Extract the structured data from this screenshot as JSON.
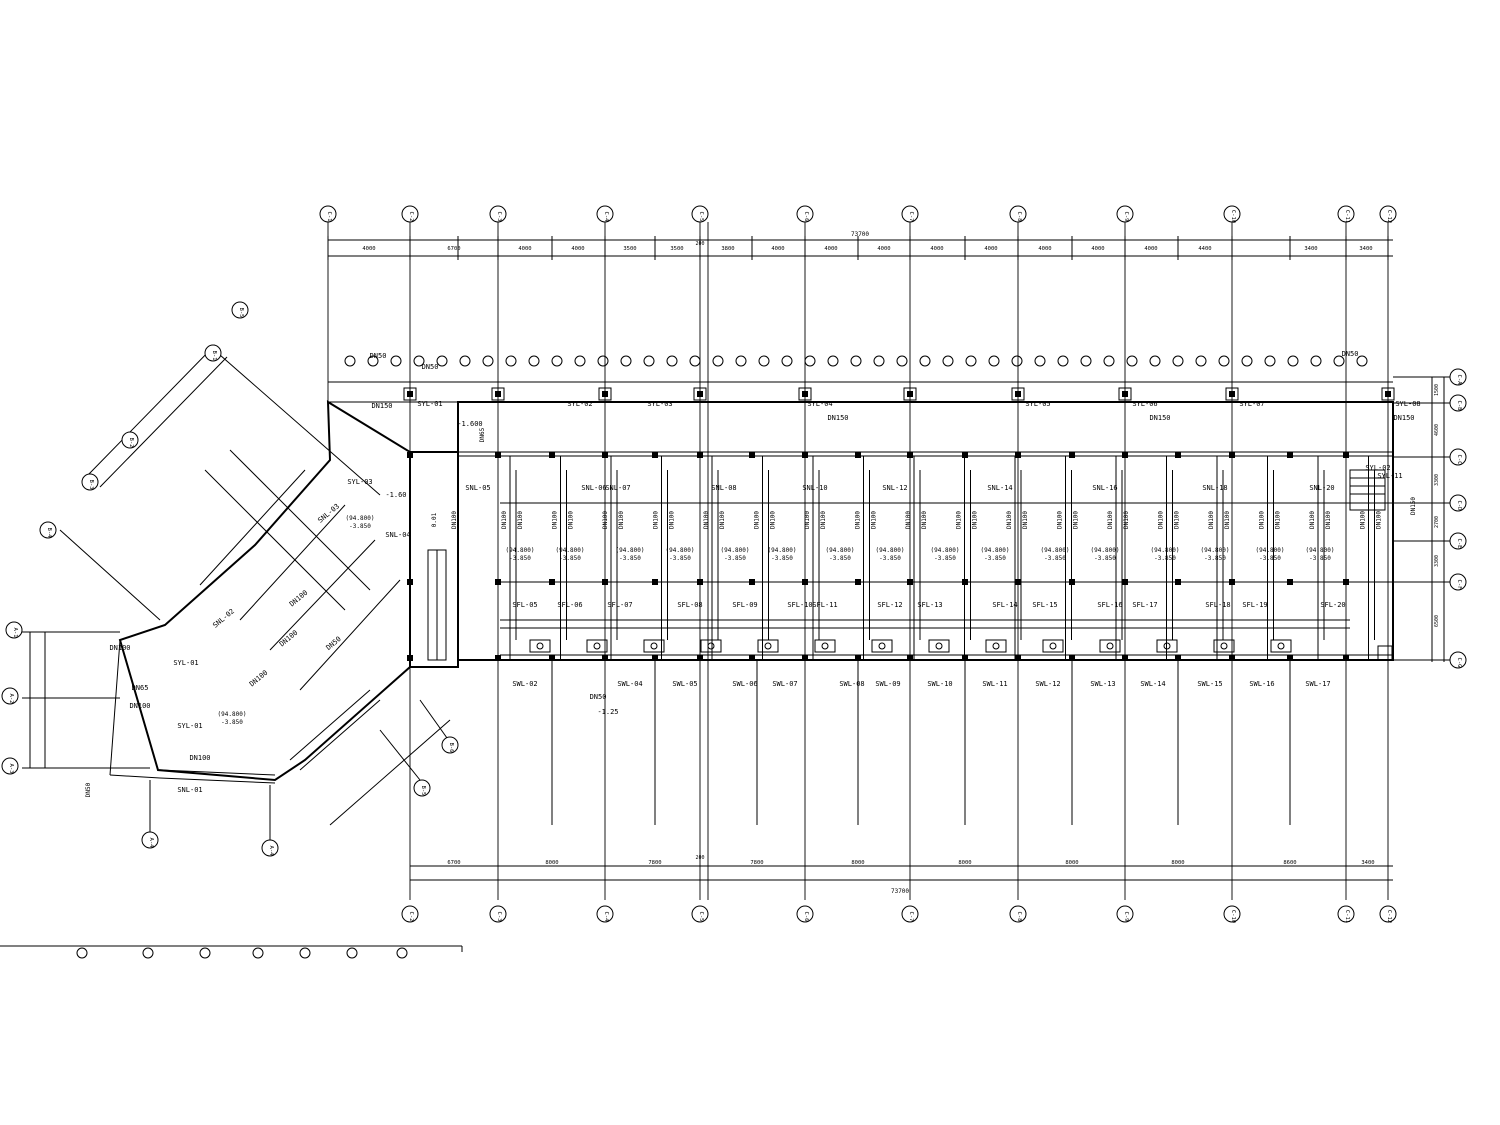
{
  "drawing": {
    "overall_dimension": "73700",
    "axis_top": [
      "C-1",
      "C-2",
      "C-3",
      "C-4",
      "C-5",
      "C-6",
      "C-7",
      "C-8",
      "C-9",
      "C-10",
      "C-11",
      "C-12"
    ],
    "axis_bottom": [
      "C-2",
      "C-3",
      "C-4",
      "C-5",
      "C-6",
      "C-7",
      "C-8",
      "C-9",
      "C-10",
      "C-11",
      "C-12"
    ],
    "axis_right": [
      "C-A",
      "C-B",
      "C-C",
      "C-D",
      "C-E",
      "C-F",
      "C-G"
    ],
    "axis_wing": [
      "B-1",
      "B-2",
      "B-3",
      "B-4",
      "B-5",
      "B-6",
      "A-1",
      "A-2",
      "A-3",
      "A-4"
    ],
    "top_dims": [
      "4000",
      "6700",
      "4000",
      "4000",
      "3500",
      "3500",
      "3800",
      "4000",
      "4000",
      "4000",
      "4000",
      "4000",
      "4000",
      "4000",
      "4000",
      "4400",
      "3400"
    ],
    "bottom_dims": [
      "6700",
      "8000",
      "7800",
      "7800",
      "8000",
      "8000",
      "8000",
      "8000",
      "8600",
      "3400"
    ],
    "right_dims": [
      "1500",
      "4600",
      "3300",
      "2700",
      "3300",
      "6500"
    ],
    "small_marks": [
      "200",
      "200"
    ],
    "pipe_sizes": [
      "DN50",
      "DN65",
      "DN100",
      "DN150"
    ],
    "riser_labels_top": [
      "SYL-01",
      "SYL-02",
      "SYL-03",
      "SYL-04",
      "SYL-05",
      "SYL-06",
      "SYL-07",
      "SYL-08",
      "SYL-09",
      "SYL-10",
      "SYL-11"
    ],
    "snl_labels": [
      "SNL-01",
      "SNL-02",
      "SNL-03",
      "SNL-04",
      "SNL-05",
      "SNL-06",
      "SNL-07",
      "SNL-08",
      "SNL-10",
      "SNL-12",
      "SNL-14",
      "SNL-16",
      "SNL-18",
      "SNL-20"
    ],
    "sfl_labels": [
      "SFL-05",
      "SFL-06",
      "SFL-07",
      "SFL-08",
      "SFL-09",
      "SFL-10",
      "SFL-11",
      "SFL-12",
      "SFL-13",
      "SFL-14",
      "SFL-15",
      "SFL-16",
      "SFL-17",
      "SFL-18",
      "SFL-19",
      "SFL-20"
    ],
    "swl_labels": [
      "SWL-02",
      "SWL-04",
      "SWL-05",
      "SWL-06",
      "SWL-07",
      "SWL-08",
      "SWL-09",
      "SWL-10",
      "SWL-11",
      "SWL-12",
      "SWL-13",
      "SWL-14",
      "SWL-15",
      "SWL-16",
      "SWL-17"
    ],
    "elevation_label": "(94.800)",
    "elevation_value": "-3.850",
    "misc_labels": [
      "-1.600",
      "-1.60",
      "DN50",
      "-1.25",
      "0.01"
    ],
    "legend_text": [
      "DN50"
    ]
  }
}
